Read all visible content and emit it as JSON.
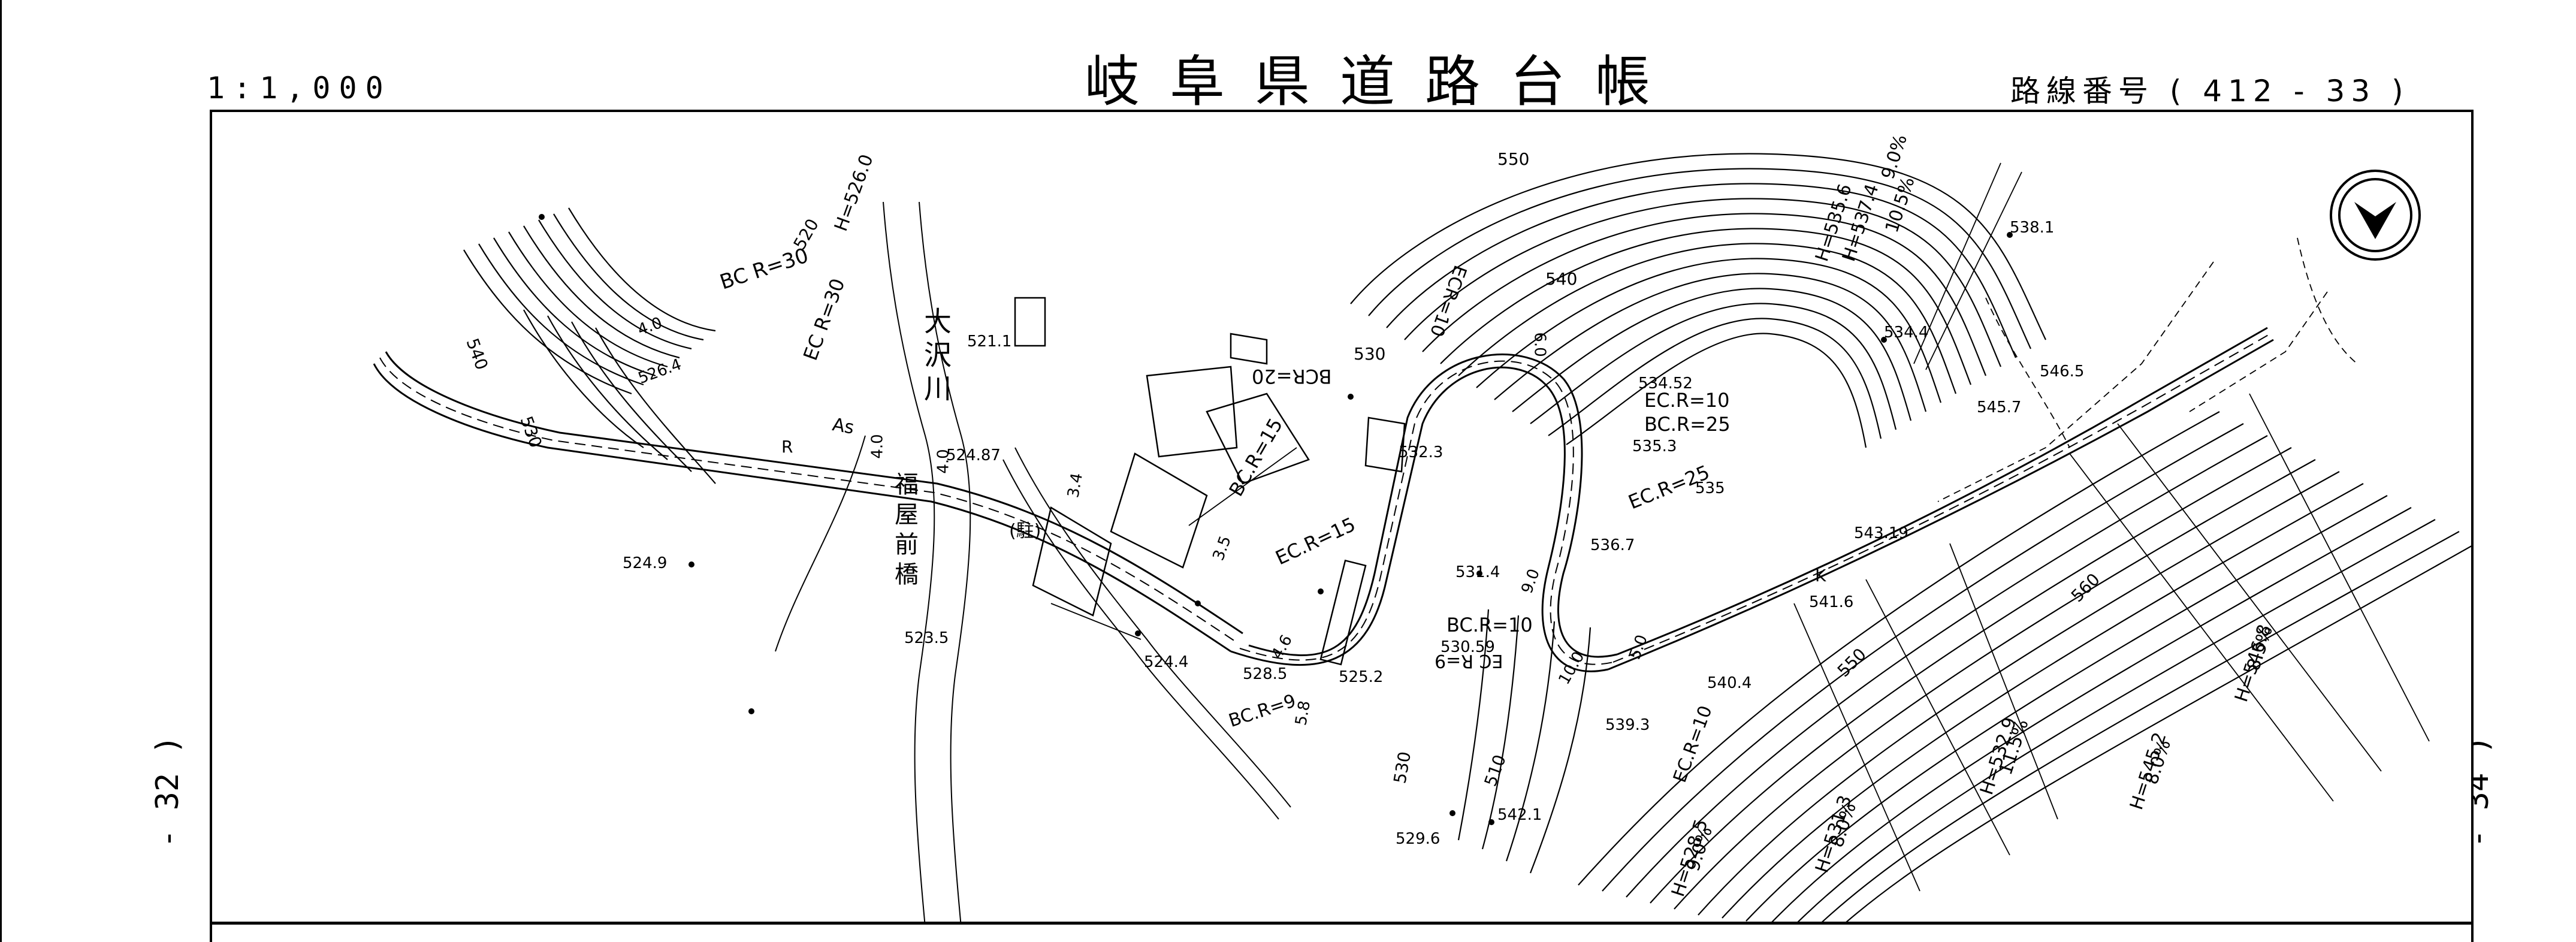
{
  "header": {
    "scale": "1:1,000",
    "title": "岐阜県道路台帳",
    "route_number": "路線番号 ( 412 - 33 )"
  },
  "adjacent_sheets": {
    "left": "- 32 )",
    "right": "- 34 )"
  },
  "compass": {
    "icon": "north-arrow-icon"
  },
  "map": {
    "place_names": {
      "river": "大沢川",
      "bridge": "福屋前橋",
      "parking": "(駐)"
    },
    "curve_labels": {
      "bc_r30": "BC R=30",
      "ec_r30": "EC R=30",
      "bcr20": "BCR=20",
      "ecr10": "ECR=10",
      "ec_r10": "EC.R=10",
      "bc_r25": "BC.R=25",
      "ec_r25": "EC.R=25",
      "bc_r15": "BC.R=15",
      "ec_r15": "EC.R=15",
      "bc_r10": "BC.R=10",
      "ec_r9": "EC R=9",
      "bc_r9": "BC.R=9",
      "ec_r10b": "EC.R=10"
    },
    "gradient_labels": {
      "h526": "H=526.0",
      "h535_6": "H=535.6",
      "h537_4": "H=537.4",
      "g9": "9.0%",
      "g10_5": "10.5%",
      "h546_8": "H=546.8",
      "g8_5": "8.5%",
      "h545_2": "H=545.2",
      "g8_0": "8.0%",
      "h532_9": "H=532.9",
      "g11_5": "11.5%",
      "h531_3": "H=531.3",
      "g8_0b": "8.0%",
      "h528_5": "H=528.5",
      "g9_0b": "9.0%"
    },
    "contour_labels": {
      "c550_top": "550",
      "c540_top": "540",
      "c530_top": "530",
      "c540_left": "540",
      "c530_left": "530",
      "c520": "520",
      "c550_right": "550",
      "c560": "560",
      "c530_bottom": "530",
      "c510": "510"
    },
    "spot_heights": {
      "s538_1": "538.1",
      "s534_4": "534.4",
      "s546_5": "546.5",
      "s545_7": "545.7",
      "s534_52": "534.52",
      "s535_3": "535.3",
      "s532_3": "532.3",
      "s536_7": "536.7",
      "s543_19": "543.19",
      "s541_6": "541.6",
      "s540_4": "540.4",
      "s539_3": "539.3",
      "s531_4": "531.4",
      "s530_59": "530.59",
      "s528_5": "528.5",
      "s525_2": "525.2",
      "s524_4": "524.4",
      "s521_1": "521.1",
      "s524_87": "524.87",
      "s526_4": "526.4",
      "s524_9": "524.9",
      "s523_5": "523.5",
      "s542_1": "542.1",
      "s529_6": "529.6",
      "s535_b": "535"
    },
    "road_marks": {
      "as": "As",
      "r": "R",
      "k": "K",
      "width_40a": "4.0",
      "width_40b": "4.0",
      "width_40c": "4.0",
      "width_34": "3.4",
      "width_35": "3.5",
      "width_46": "4.6",
      "width_58": "5.8",
      "width_60": "6.0",
      "width_90": "9.0",
      "width_50": "5.0",
      "width_100": "10.0"
    }
  }
}
